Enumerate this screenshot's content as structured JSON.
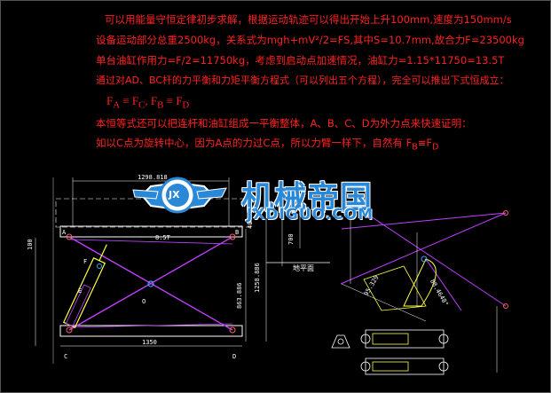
{
  "notes": [
    "可以用能量守恒定律初步求解，根据运动轨迹可以得出开始上升100mm,速度为150mm/s",
    "设备运动部分总重2500kg，关系式为mgh+mV²/2=FS,其中S=10.7mm,故合力F=23500kg",
    "单台油缸作用力=F/2=11750kg，考虑到启动点加速情况，油缸力=1.15*11750=13.5T",
    "通过对AD、BC杆的力平衡和力矩平衡方程式（可以列出五个方程），完全可以推出下式恒成立："
  ],
  "equation1": "F_A = F_C, F_B = F_D",
  "eq1_parts": {
    "a": "F",
    "a_sub": "A",
    "eq": " ≡ ",
    "b": "F",
    "b_sub": "C",
    "sep": ",  ",
    "c": "F",
    "c_sub": "B",
    "eq2": " ≡ ",
    "d": "F",
    "d_sub": "D"
  },
  "notes2": [
    "本恒等式还可以把连杆和油缸组成一平衡整体，A、B、C、D为外力点来快速证明：",
    "如以C点为旋转中心，因为A点的力过C点，所以力臂一样下，自然有 F"
  ],
  "note2_tail": {
    "sub1": "B",
    "eq": "≡F",
    "sub2": "D"
  },
  "watermark": {
    "cn": "机械帝国",
    "en": "JXDIGUO.COM",
    "badge": "JX"
  },
  "dimensions": {
    "top_width": "1298.818",
    "bottom_width": "1350",
    "load": "8.5T",
    "left_height": "100",
    "height_a": "1258.886",
    "height_b": "863.886",
    "small_dim": "40",
    "mid_dim": "700",
    "angle1": "95.329",
    "angle2": "88.4648°"
  },
  "points": [
    "A",
    "B",
    "C",
    "D",
    "O",
    "F",
    "E"
  ],
  "ground_label": "地平面",
  "colors": {
    "note": "#ff2020",
    "link": "#c040ff",
    "cyl": "#ffff40",
    "frame": "#ffffff",
    "dim": "#00ffff",
    "accent": "#2a88d8"
  }
}
